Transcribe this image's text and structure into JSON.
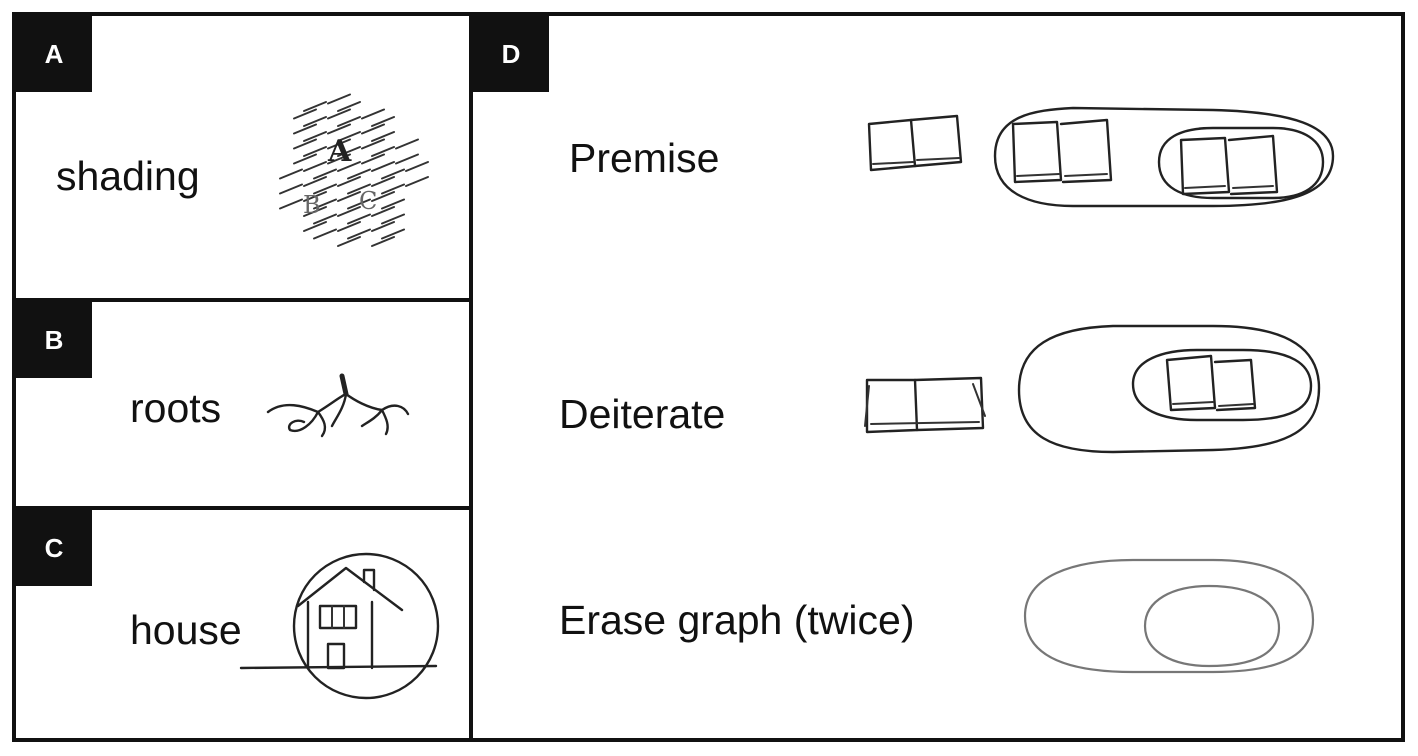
{
  "panels": {
    "a": {
      "tag": "A",
      "label": "shading",
      "sketch_letters": [
        "A",
        "B",
        "C"
      ]
    },
    "b": {
      "tag": "B",
      "label": "roots"
    },
    "c": {
      "tag": "C",
      "label": "house"
    },
    "d": {
      "tag": "D",
      "rows": [
        {
          "label": "Premise"
        },
        {
          "label": "Deiterate"
        },
        {
          "label": "Erase graph (twice)"
        }
      ]
    }
  }
}
